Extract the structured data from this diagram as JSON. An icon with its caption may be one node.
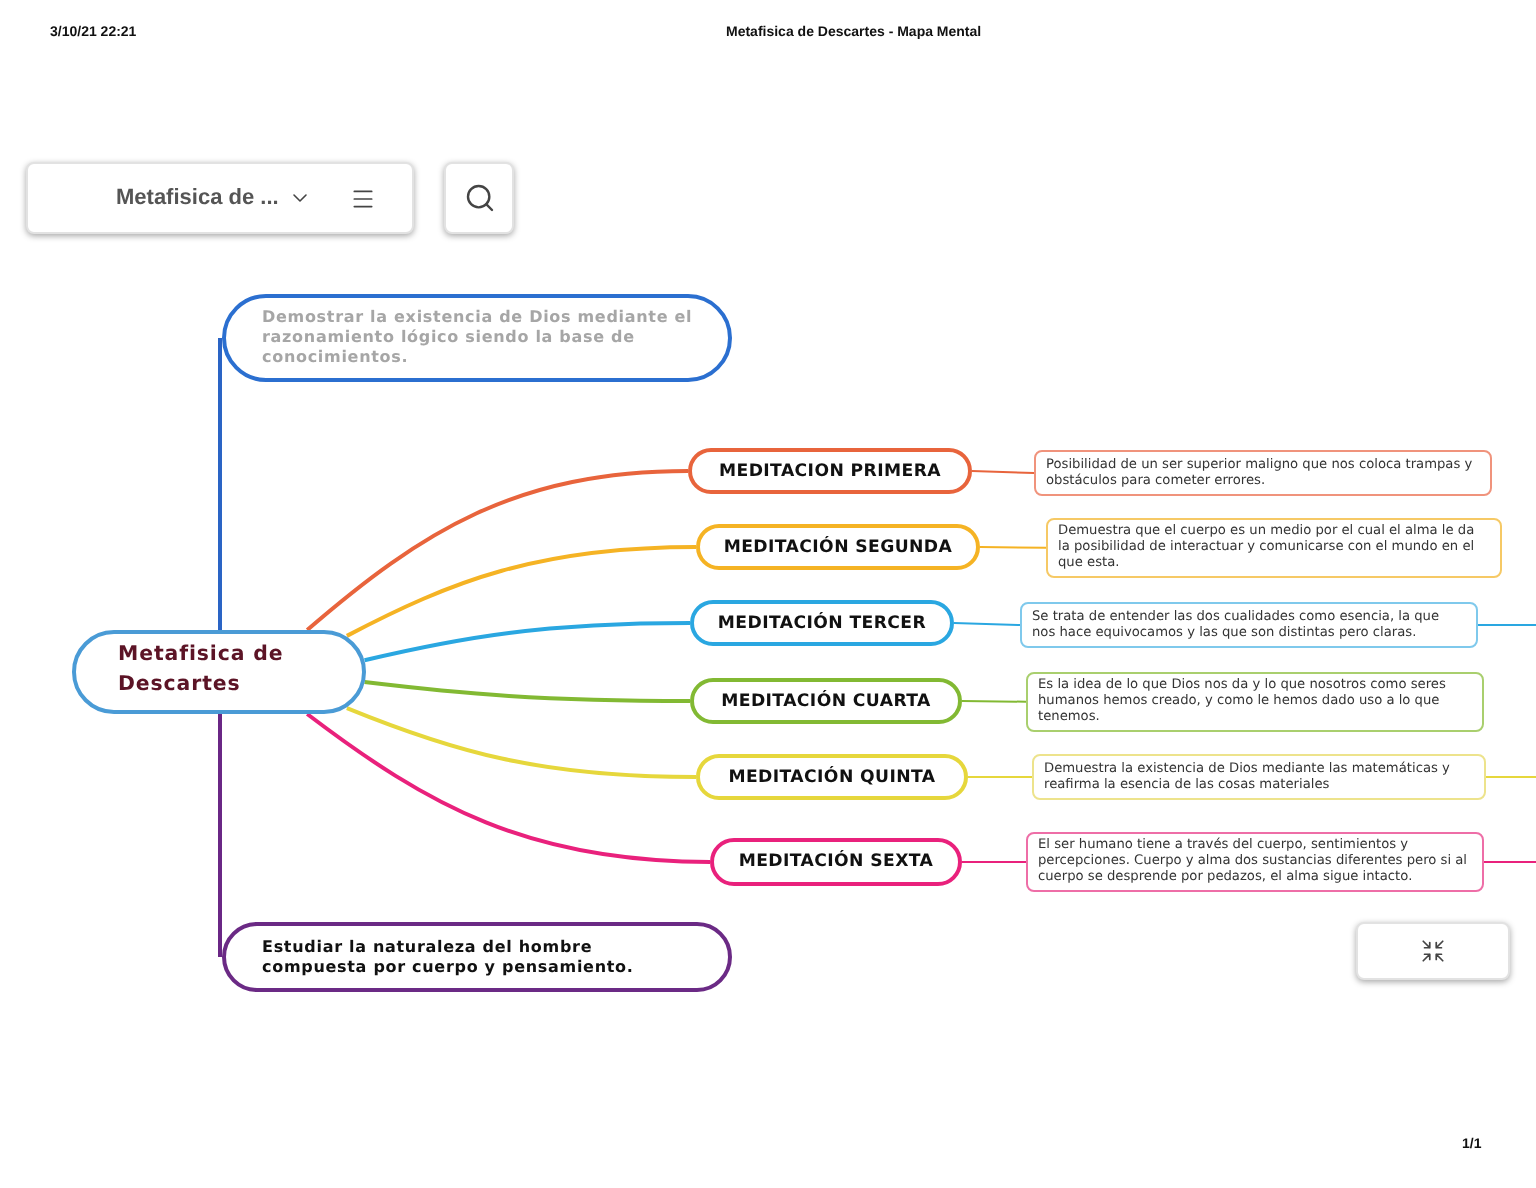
{
  "diagram": {
    "nodes": [
      {
        "text": [
          "Metafisica de Descartes"
        ]
      },
      {
        "text": [
          "Demostrar la existencia de Dios mediante el razonamiento lógico siendo la base de conocimientos."
        ]
      },
      {
        "text": [
          "MEDITACION PRIMERA"
        ]
      },
      {
        "text": [
          "Posibilidad de un ser superior maligno que nos coloca trampas y obstáculos para cometer errores."
        ]
      },
      {
        "text": [
          "MEDITACIÓN SEGUNDA"
        ]
      },
      {
        "text": [
          "Demuestra que el cuerpo es un medio por el cual el alma le da la posibilidad de interactuar y comunicarse con el mundo en el que esta."
        ]
      },
      {
        "text": [
          "MEDITACIÓN TERCER"
        ]
      },
      {
        "text": [
          "Se trata de entender las dos cualidades como esencia, la que nos hace equivocamos y las que son distintas pero claras."
        ]
      },
      {
        "text": [
          "MEDITACIÓN CUARTA"
        ]
      },
      {
        "text": [
          "Es la idea de lo que Dios nos da y lo que nosotros como seres humanos hemos creado, y como le hemos dado uso a lo que tenemos."
        ]
      },
      {
        "text": [
          "MEDITACIÓN QUINTA"
        ]
      },
      {
        "text": [
          "Demuestra la existencia de Dios mediante las matemáticas y reafirma la esencia de las cosas materiales"
        ]
      },
      {
        "text": [
          "MEDITACIÓN SEXTA"
        ]
      },
      {
        "text": [
          "El ser humano tiene a través del cuerpo, sentimientos y percepciones. Cuerpo y alma dos sustancias diferentes pero si al cuerpo se desprende por pedazos, el alma sigue intacto."
        ]
      },
      {
        "text": [
          "Estudiar la naturaleza del hombre compuesta por cuerpo y pensamiento."
        ]
      }
    ],
    "edges": [
      {
        "from": 0,
        "to": 1,
        "arrow": "none",
        "color": "#2a64c5"
      },
      {
        "from": 0,
        "to": 2,
        "arrow": "none",
        "color": "#e8643c"
      },
      {
        "from": 2,
        "to": 3,
        "arrow": "none",
        "color": "#e8643c"
      },
      {
        "from": 0,
        "to": 4,
        "arrow": "none",
        "color": "#f5b324"
      },
      {
        "from": 4,
        "to": 5,
        "arrow": "none",
        "color": "#f5b324"
      },
      {
        "from": 0,
        "to": 6,
        "arrow": "none",
        "color": "#2aa7e1"
      },
      {
        "from": 6,
        "to": 7,
        "arrow": "none",
        "color": "#2aa7e1"
      },
      {
        "from": 7,
        "to": null,
        "arrow": "none",
        "color": "#2aa7e1"
      },
      {
        "from": 0,
        "to": 8,
        "arrow": "none",
        "color": "#82b933"
      },
      {
        "from": 8,
        "to": 9,
        "arrow": "none",
        "color": "#82b933"
      },
      {
        "from": 0,
        "to": 10,
        "arrow": "none",
        "color": "#e6d73c"
      },
      {
        "from": 10,
        "to": 11,
        "arrow": "none",
        "color": "#e6d73c"
      },
      {
        "from": 11,
        "to": null,
        "arrow": "none",
        "color": "#e6d73c"
      },
      {
        "from": 0,
        "to": 12,
        "arrow": "none",
        "color": "#e9217c"
      },
      {
        "from": 12,
        "to": 13,
        "arrow": "none",
        "color": "#e9217c"
      },
      {
        "from": 13,
        "to": null,
        "arrow": "none",
        "color": "#e9217c"
      },
      {
        "from": 0,
        "to": 14,
        "arrow": "none",
        "color": "#6a2685"
      }
    ],
    "labels": [
      "3/10/21 22:21",
      "Metafisica de Descartes - Mapa Mental",
      "Metafisica de ...",
      "1/1"
    ]
  }
}
